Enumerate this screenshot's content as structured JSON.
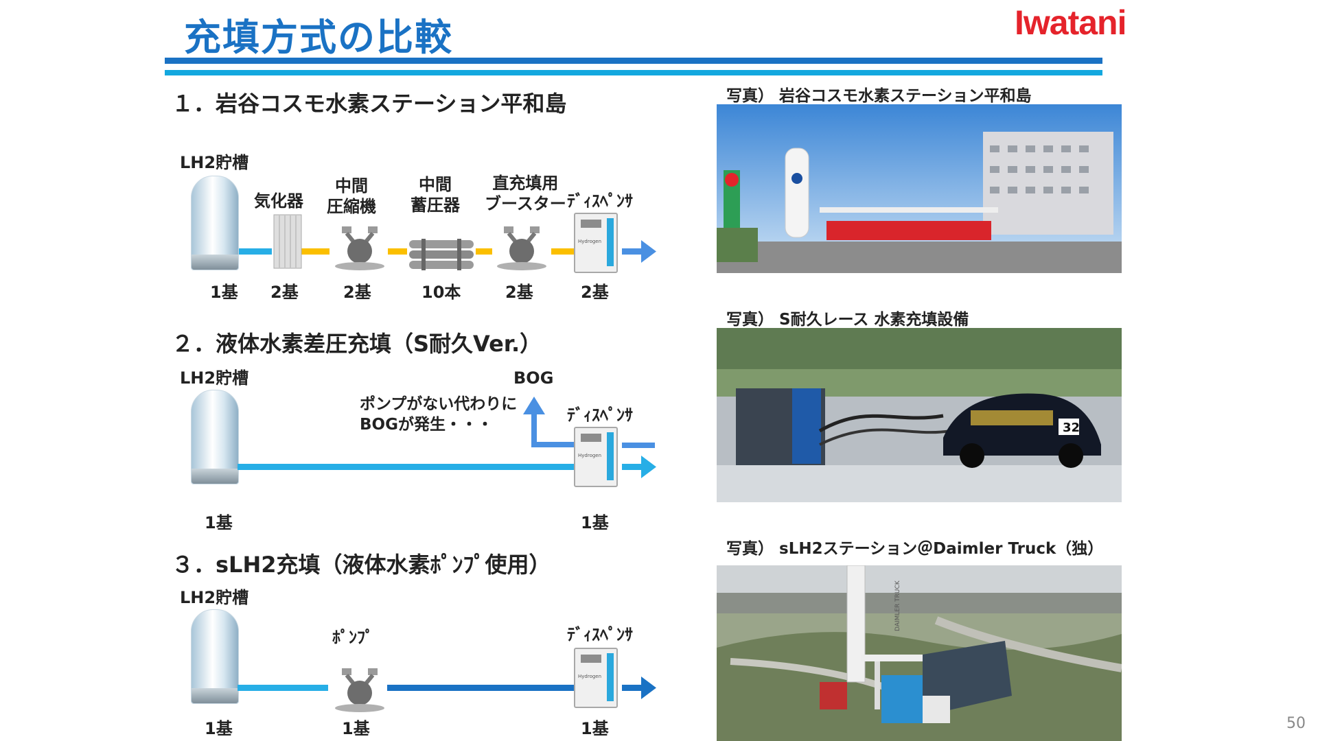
{
  "header": {
    "title": "充填方式の比較",
    "logo": "Iwatani"
  },
  "section1": {
    "heading": "１．岩谷コスモ水素ステーション平和島",
    "tank_label": "LH2貯槽",
    "labels": [
      "気化器",
      "中間\n圧縮機",
      "中間\n蓄圧器",
      "直充填用\nブースター",
      "ﾃﾞｨｽﾍﾟﾝｻ"
    ],
    "counts": [
      "1基",
      "2基",
      "2基",
      "10本",
      "2基",
      "2基"
    ]
  },
  "section2": {
    "heading": "２．液体水素差圧充填（S耐久Ver.）",
    "tank_label": "LH2貯槽",
    "bog_label": "BOG",
    "note": "ポンプがない代わりに\nBOGが発生・・・",
    "dispenser_label": "ﾃﾞｨｽﾍﾟﾝｻ",
    "counts": [
      "1基",
      "1基"
    ]
  },
  "section3": {
    "heading": "３．sLH2充填（液体水素ﾎﾟﾝﾌﾟ使用）",
    "tank_label": "LH2貯槽",
    "pump_label": "ﾎﾟﾝﾌﾟ",
    "dispenser_label": "ﾃﾞｨｽﾍﾟﾝｻ",
    "counts": [
      "1基",
      "1基",
      "1基"
    ]
  },
  "photos": {
    "caption1": "写真） 岩谷コスモ水素ステーション平和島",
    "caption2": "写真） S耐久レース 水素充填設備",
    "caption3": "写真） sLH2ステーション＠Daimler Truck（独）",
    "car_number": "32",
    "tank_text": "DAIMLER TRUCK"
  },
  "dispenser_text": "Hydrogen",
  "page_number": "50",
  "colors": {
    "title": "#1a72c4",
    "logo": "#e5232b",
    "lh2_line": "#27aee6",
    "gas_line": "#fbbf00",
    "pump_line": "#1a72c4",
    "arrow": "#4a90e2"
  }
}
